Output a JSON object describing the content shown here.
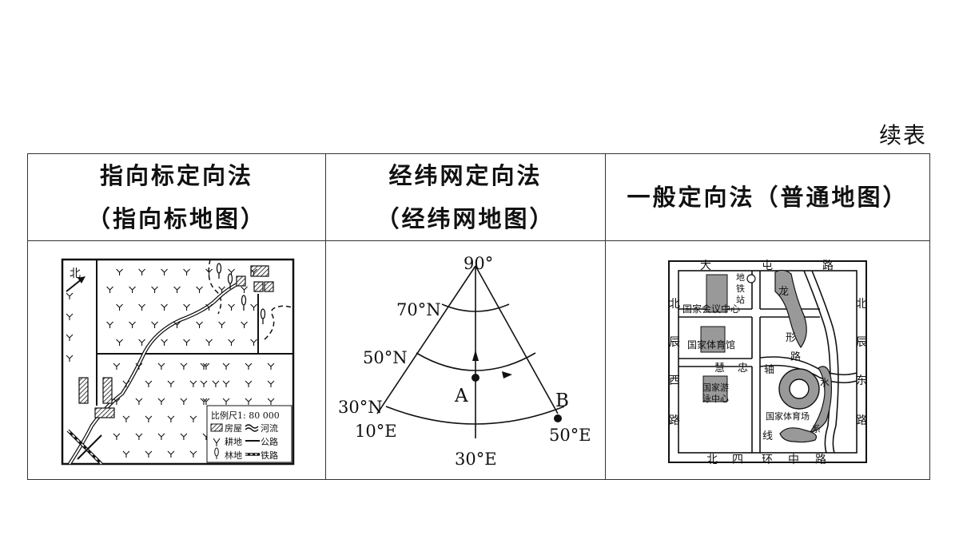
{
  "continued_label": "续表",
  "headers": [
    {
      "line1": "指向标定向法",
      "line2": "（指向标地图）"
    },
    {
      "line1": "经纬网定向法",
      "line2": "（经纬网地图）"
    },
    {
      "line1": "一般定向法（普通地图）",
      "line2": ""
    }
  ],
  "map1": {
    "north": "北",
    "scale": "比例尺1: 80 000",
    "legend_house": "房屋",
    "legend_river": "河流",
    "legend_farmland": "耕地",
    "legend_road": "公路",
    "legend_forest": "林地",
    "legend_rail": "铁路"
  },
  "map2": {
    "top": "90°",
    "lat70": "70°N",
    "lat50": "50°N",
    "lat30": "30°N",
    "lon10": "10°E",
    "lon30": "30°E",
    "lon50": "50°E",
    "pointA": "A",
    "pointB": "B"
  },
  "map3": {
    "top_road": [
      "大",
      "屯",
      "路"
    ],
    "bottom_road": [
      "北",
      "四",
      "环",
      "中",
      "路"
    ],
    "left_road": [
      "北",
      "辰",
      "西",
      "路"
    ],
    "right_road": [
      "北",
      "辰",
      "东",
      "路"
    ],
    "metro": [
      "地",
      "铁",
      "站"
    ],
    "dragon": "龙",
    "conference": "国家会议中心",
    "gym": "国家体育馆",
    "axis": [
      "慧",
      "忠",
      "轴",
      "线"
    ],
    "shape_road": [
      "形",
      "路"
    ],
    "aquatics": [
      "国家游",
      "泳中心"
    ],
    "stadium": "国家体育场",
    "water": [
      "水",
      "系"
    ]
  }
}
